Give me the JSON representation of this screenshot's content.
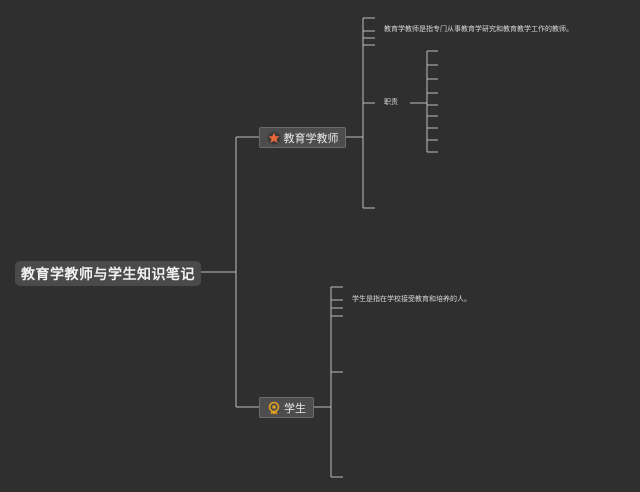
{
  "root": {
    "label": "教育学教师与学生知识笔记"
  },
  "branches": [
    {
      "label": "教育学教师",
      "icon": "star-icon",
      "children": [
        {
          "label": "教育学教师是指专门从事教育学研究和教育教学工作的教师。"
        },
        {
          "label": "职责"
        }
      ]
    },
    {
      "label": "学生",
      "icon": "medal-icon",
      "children": [
        {
          "label": "学生是指在学校接受教育和培养的人。"
        }
      ]
    }
  ],
  "colors": {
    "background": "#2f2f2f",
    "line": "#bdbdbd",
    "star": "#e8673a",
    "medal": "#e0a020"
  }
}
